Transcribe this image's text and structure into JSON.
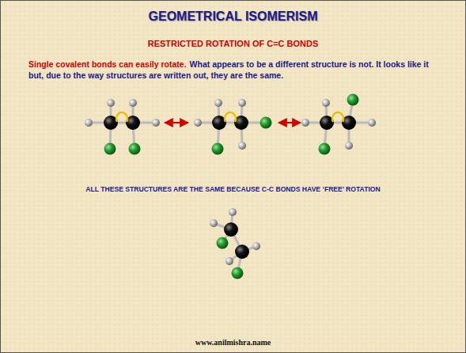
{
  "diagram": {
    "title": "GEOMETRICAL ISOMERISM",
    "labels": [
      "RESTRICTED ROTATION OF C=C BONDS",
      "Single covalent bonds can easily rotate.",
      "What appears to be a different structure is not. It looks like it but, due to the way structures are written out, they are the same.",
      "ALL THESE STRUCTURES ARE THE SAME BECAUSE C-C BONDS HAVE ‘FREE’ ROTATION",
      "www.anilmishra.name"
    ]
  }
}
